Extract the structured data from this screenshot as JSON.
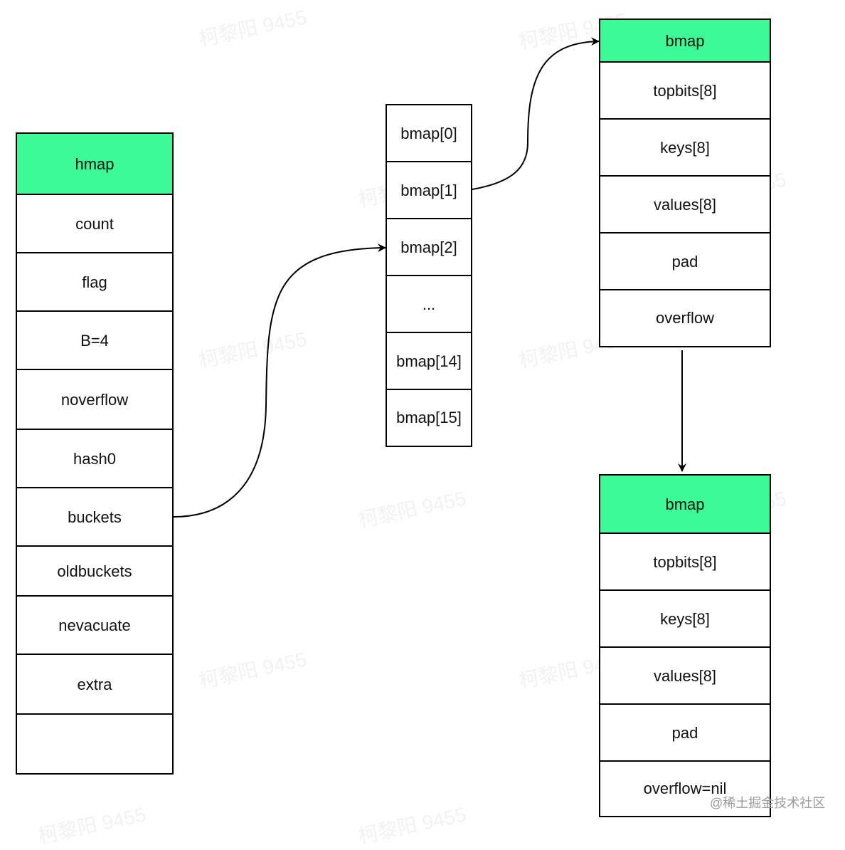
{
  "hmap": {
    "header": "hmap",
    "fields": [
      "count",
      "flag",
      "B=4",
      "noverflow",
      "hash0",
      "buckets",
      "oldbuckets",
      "nevacuate",
      "extra",
      ""
    ]
  },
  "buckets": {
    "items": [
      "bmap[0]",
      "bmap[1]",
      "bmap[2]",
      "...",
      "bmap[14]",
      "bmap[15]"
    ]
  },
  "bmap_top": {
    "header": "bmap",
    "fields": [
      "topbits[8]",
      "keys[8]",
      "values[8]",
      "pad",
      "overflow"
    ]
  },
  "bmap_bottom": {
    "header": "bmap",
    "fields": [
      "topbits[8]",
      "keys[8]",
      "values[8]",
      "pad",
      "overflow=nil"
    ]
  },
  "watermark": "柯黎阳 9455",
  "credit": "@稀土掘金技术社区",
  "colors": {
    "header": "#3cfb96",
    "stroke": "#000000"
  }
}
